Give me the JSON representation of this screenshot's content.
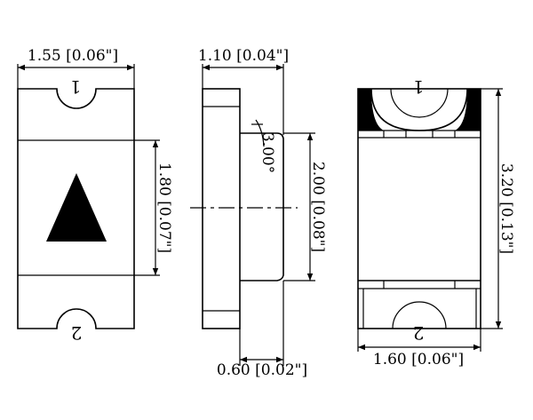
{
  "top_view": {
    "width_label": "1.55 [0.06\"]",
    "body_length_label": "1.80 [0.07\"]",
    "pin_top": "1",
    "pin_bottom": "2"
  },
  "side_view": {
    "height_label": "1.10 [0.04\"]",
    "angle_label": "3.00°",
    "lens_length_label": "2.00 [0.08\"]",
    "standoff_label": "0.60 [0.02\"]"
  },
  "bottom_view": {
    "length_label": "3.20 [0.13\"]",
    "width_label": "1.60 [0.06\"]",
    "pin_top": "1",
    "pin_bottom": "2"
  }
}
